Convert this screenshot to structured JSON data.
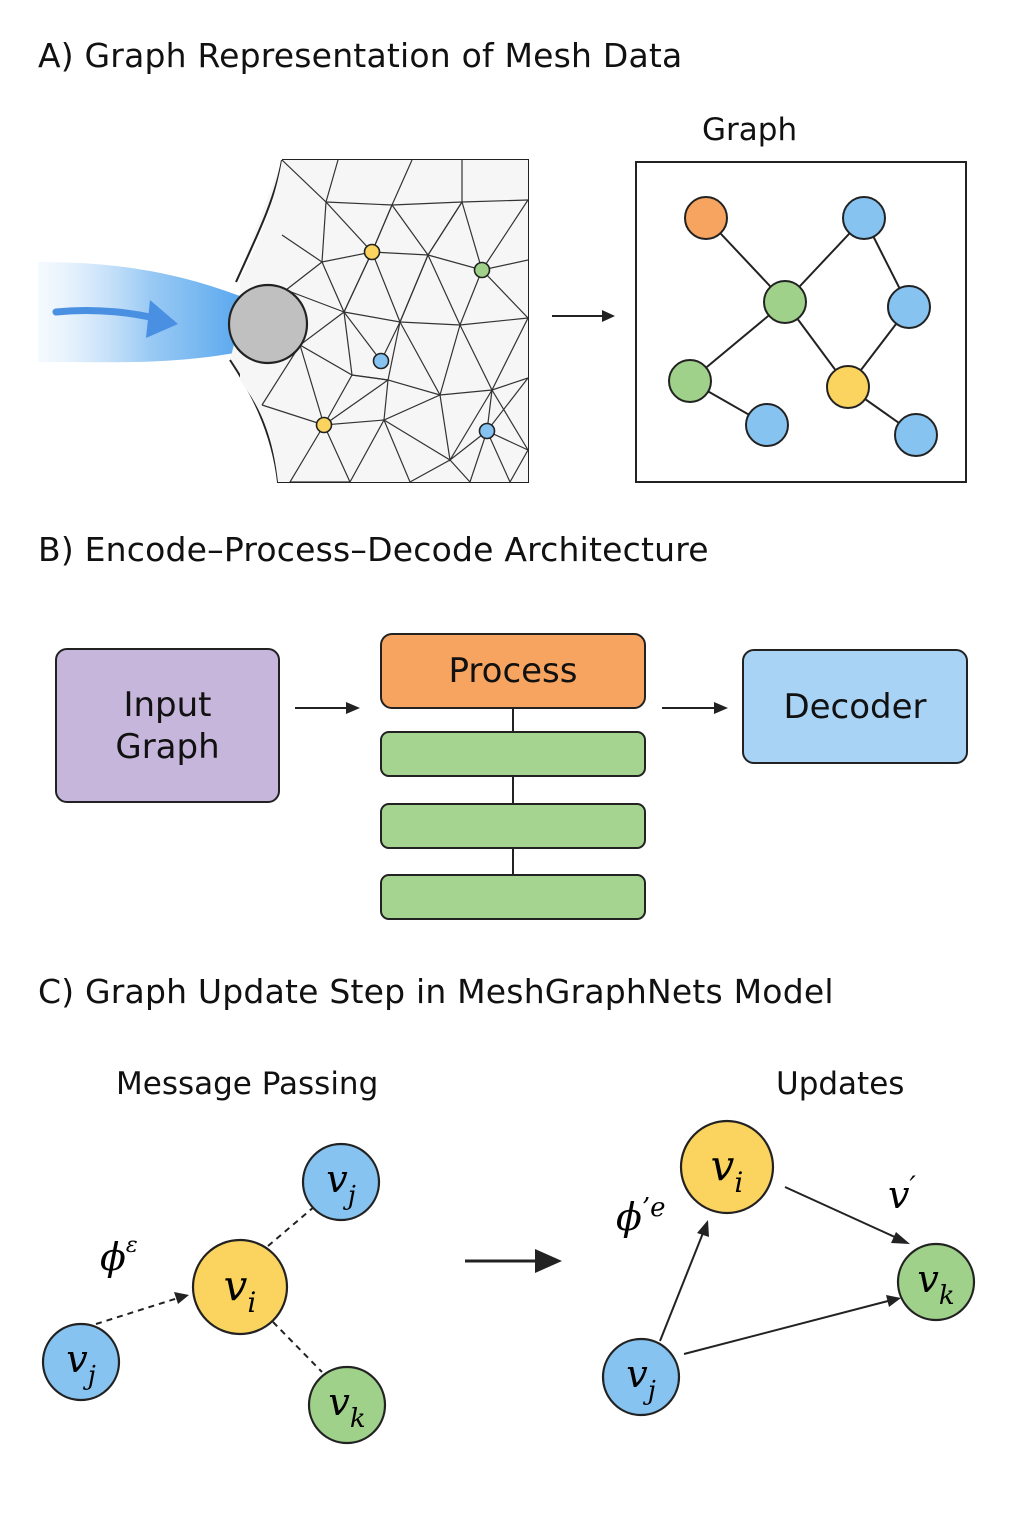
{
  "section_a": {
    "heading": "A)  Graph Representation of Mesh Data",
    "graph_title": "Graph"
  },
  "section_b": {
    "heading": "B)  Encode–Process–Decode Architecture",
    "input_label": "Input\nGraph",
    "process_label": "Process",
    "decoder_label": "Decoder",
    "processor_layers": 3
  },
  "section_c": {
    "heading": "C)  Graph Update Step in MeshGraphNets Model",
    "left_title": "Message Passing",
    "right_title": "Updates",
    "edge_fn_left": "ϕ",
    "edge_fn_left_sup": "ε",
    "edge_fn_right": "ϕ",
    "edge_fn_right_sup": "’e",
    "updated_label": "v",
    "updated_sup": "′",
    "nodes": {
      "v_i": {
        "base": "v",
        "sub": "i"
      },
      "v_j": {
        "base": "v",
        "sub": "j"
      },
      "v_k": {
        "base": "v",
        "sub": "k"
      }
    }
  },
  "colors": {
    "orange": "#f6a45f",
    "blue": "#86c3f1",
    "green": "#9fd18b",
    "yellow": "#fbd45f",
    "purple": "#c6b6db",
    "gray_circle": "#c0c0c0",
    "flow_blue": "#4a9ae8"
  },
  "icons": {
    "arrow": "right-arrow-icon"
  }
}
